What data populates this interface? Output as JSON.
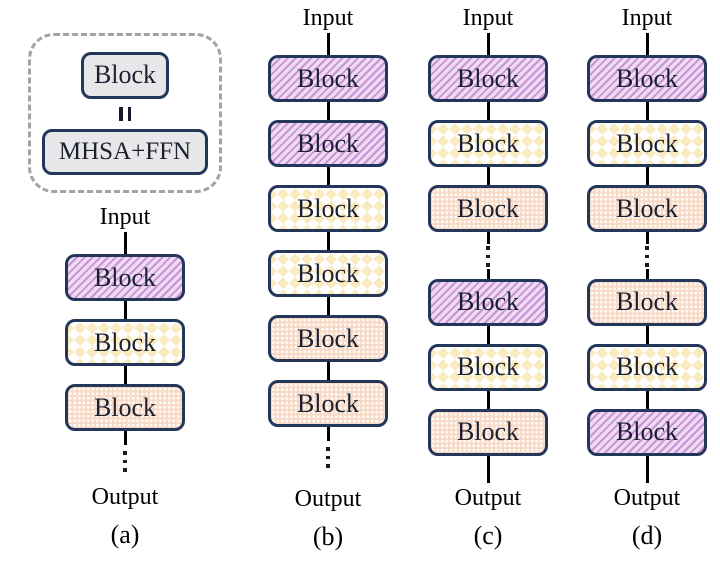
{
  "diagram": {
    "legend": {
      "block_label": "Block",
      "equals_sign": "=",
      "expansion_label": "MHSA+FFN"
    },
    "labels": {
      "input": "Input",
      "output": "Output",
      "block": "Block"
    },
    "icons": {
      "equals": "rotated-equals-icon",
      "ellipsis": "vertical-ellipsis-icon"
    },
    "columns": [
      {
        "id": "a",
        "caption": "(a)",
        "has_legend": true,
        "blocks_before_dots": [
          "purple",
          "yellow",
          "orange"
        ],
        "blocks_after_dots": []
      },
      {
        "id": "b",
        "caption": "(b)",
        "has_legend": false,
        "blocks_before_dots": [
          "purple",
          "purple",
          "yellow",
          "yellow",
          "orange",
          "orange"
        ],
        "blocks_after_dots": []
      },
      {
        "id": "c",
        "caption": "(c)",
        "has_legend": false,
        "blocks_before_dots": [
          "purple",
          "yellow",
          "orange"
        ],
        "blocks_after_dots": [
          "purple",
          "yellow",
          "orange"
        ]
      },
      {
        "id": "d",
        "caption": "(d)",
        "has_legend": false,
        "blocks_before_dots": [
          "purple",
          "yellow",
          "orange"
        ],
        "blocks_after_dots": [
          "orange",
          "yellow",
          "purple"
        ]
      }
    ],
    "colors": {
      "block_border": "#24365a",
      "purple_bg": "#eedcf2",
      "purple_stripe": "#cb92d8",
      "yellow_bg": "#ffffff",
      "yellow_diamond": "#faeac0",
      "orange_bg": "#f8dbc7",
      "orange_dot": "#ffffff",
      "legend_border": "#a3a3a3",
      "legend_fill": "#e7e7e9",
      "connector": "#000000",
      "text": "#1b2030"
    }
  }
}
